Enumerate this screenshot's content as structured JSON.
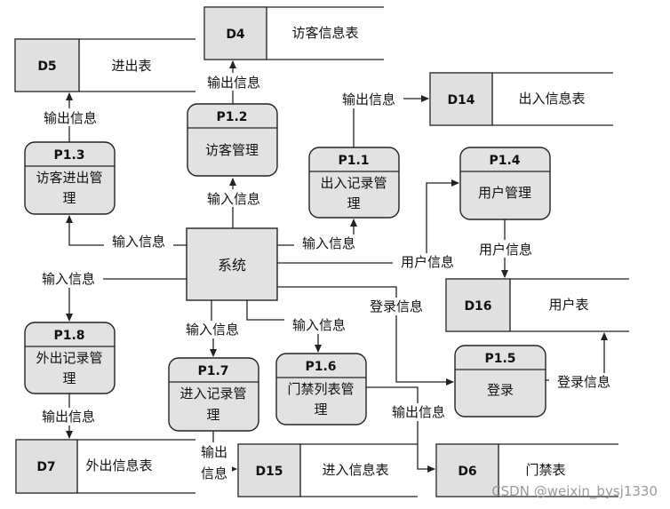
{
  "entity": {
    "label": "系统"
  },
  "processes": {
    "p11": {
      "id": "P1.1",
      "line1": "出入记录管",
      "line2": "理"
    },
    "p12": {
      "id": "P1.2",
      "line1": "访客管理"
    },
    "p13": {
      "id": "P1.3",
      "line1": "访客进出管",
      "line2": "理"
    },
    "p14": {
      "id": "P1.4",
      "line1": "用户管理"
    },
    "p15": {
      "id": "P1.5",
      "line1": "登录"
    },
    "p16": {
      "id": "P1.6",
      "line1": "门禁列表管",
      "line2": "理"
    },
    "p17": {
      "id": "P1.7",
      "line1": "进入记录管",
      "line2": "理"
    },
    "p18": {
      "id": "P1.8",
      "line1": "外出记录管",
      "line2": "理"
    }
  },
  "stores": {
    "d4": {
      "id": "D4",
      "name": "访客信息表"
    },
    "d5": {
      "id": "D5",
      "name": "进出表"
    },
    "d6": {
      "id": "D6",
      "name": "门禁表"
    },
    "d7": {
      "id": "D7",
      "name": "外出信息表"
    },
    "d14": {
      "id": "D14",
      "name": "出入信息表"
    },
    "d15": {
      "id": "D15",
      "name": "进入信息表"
    },
    "d16": {
      "id": "D16",
      "name": "用户表"
    }
  },
  "flows": {
    "out_p12_d4": "输出信息",
    "out_p13_d5": "输出信息",
    "out_p11_d14": "输出信息",
    "in_p12": "输入信息",
    "in_p13": "输入信息",
    "in_p11": "输入信息",
    "userinfo_sys": "用户信息",
    "userinfo_p14": "用户信息",
    "in_p18": "输入信息",
    "login_sys": "登录信息",
    "in_p17": "输入信息",
    "in_p16": "输入信息",
    "login_p15": "登录信息",
    "out_p18_d7": "输出信息",
    "out_p16_d6": "输出信息",
    "out_p17_a": "输出",
    "out_p17_b": "信息"
  },
  "watermark": "CSDN @weixin_bysj1330"
}
